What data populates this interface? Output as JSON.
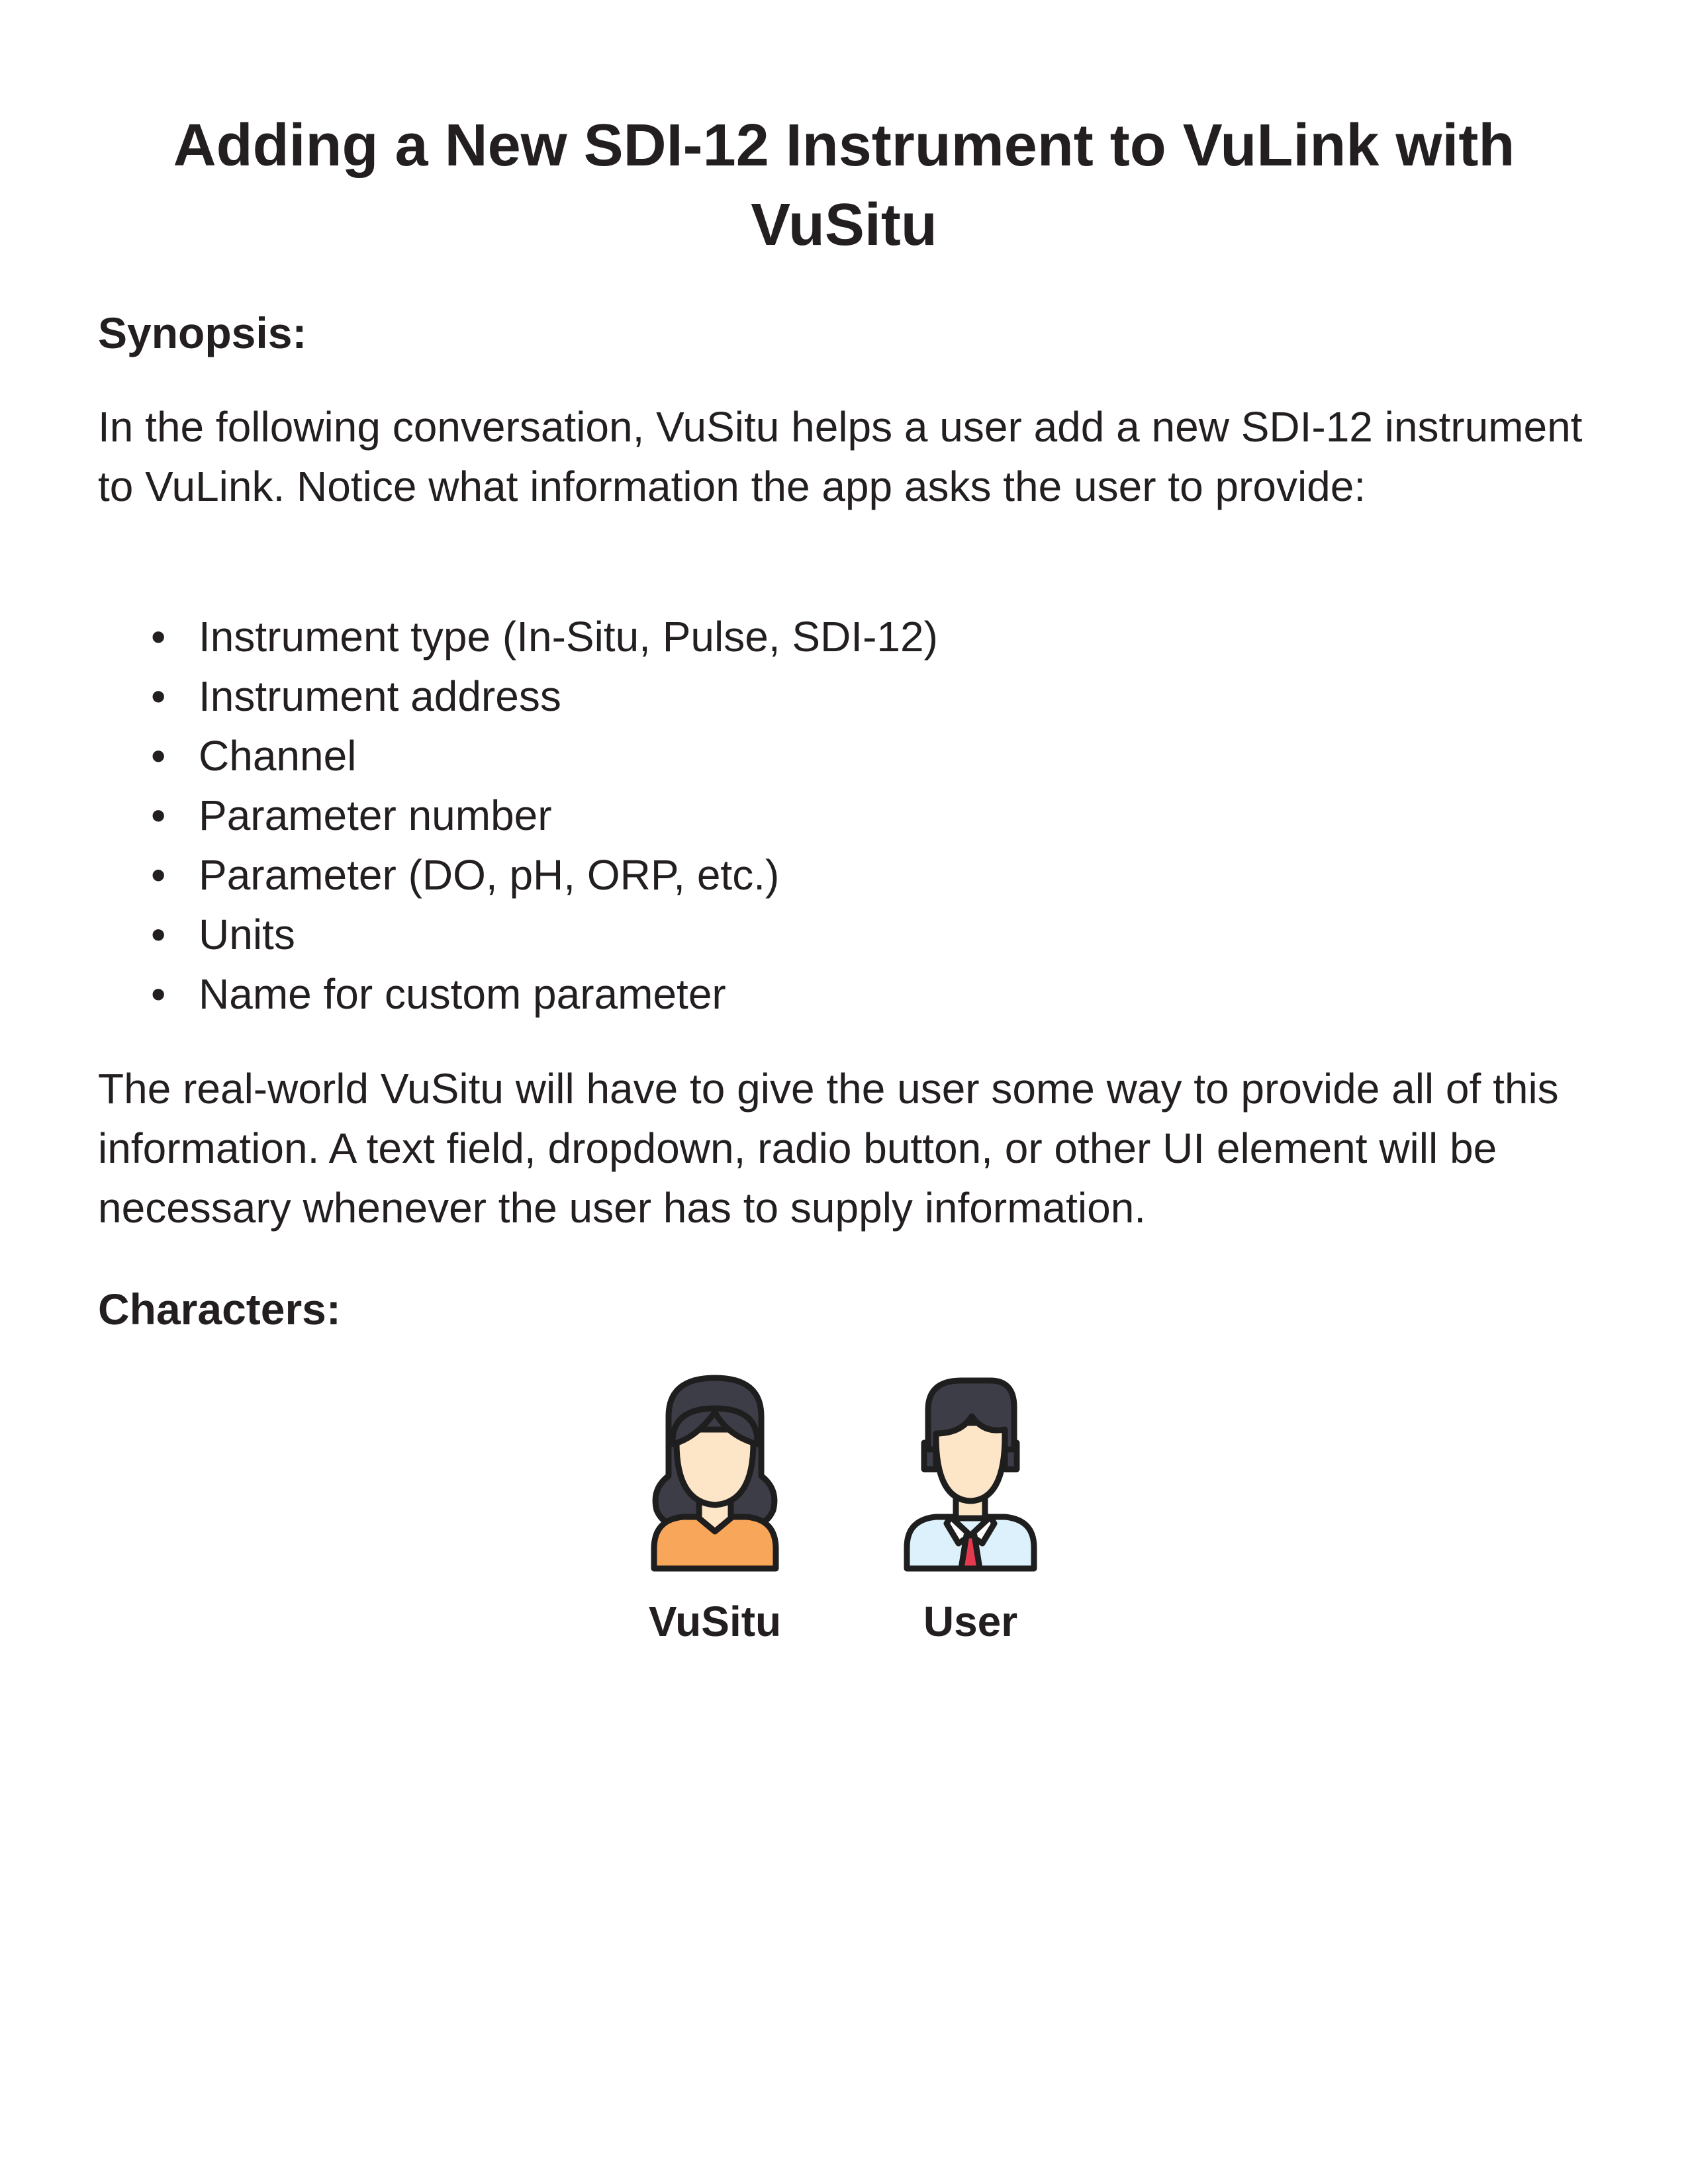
{
  "title": "Adding a New SDI-12 Instrument to VuLink with VuSitu",
  "synopsis": {
    "heading": "Synopsis:",
    "intro": "In the following conversation, VuSitu helps a user add a new SDI-12 instrument to VuLink. Notice what information the app asks the user to provide:",
    "bullets": [
      "Instrument type (In-Situ, Pulse, SDI-12)",
      "Instrument address",
      "Channel",
      "Parameter number",
      "Parameter (DO, pH, ORP, etc.)",
      "Units",
      "Name for custom parameter"
    ],
    "bullet_symbol": "•",
    "outro": "The real-world VuSitu will have to give the user some way to provide all of this information. A text field, dropdown, radio button, or other UI element will be necessary whenever the user has to supply information."
  },
  "characters": {
    "heading": "Characters:",
    "items": [
      {
        "name": "VuSitu",
        "icon": "woman-avatar-icon"
      },
      {
        "name": "User",
        "icon": "man-avatar-icon"
      }
    ]
  },
  "colors": {
    "text": "#231f20",
    "outline": "#1e1e1e",
    "hair": "#3d3d48",
    "skin": "#fde5c8",
    "woman_shirt": "#f8a65a",
    "man_shirt": "#dcf1fb",
    "tie": "#e53950"
  }
}
